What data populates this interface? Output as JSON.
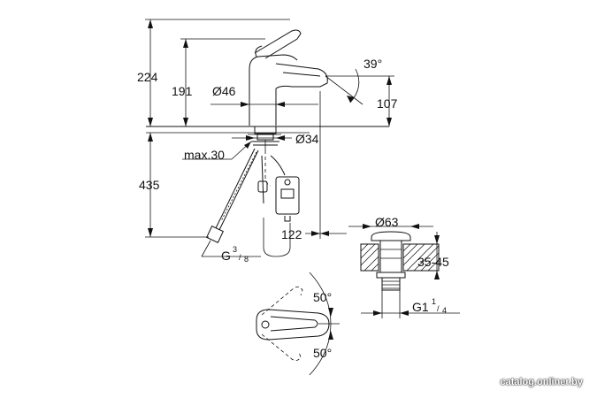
{
  "dimensions": {
    "height_total": "224",
    "height_spout": "191",
    "diameter_base": "Ø46",
    "angle_lever": "39°",
    "height_lever": "107",
    "diameter_hole": "Ø34",
    "max_thickness": "max.30",
    "hose_length": "435",
    "thread_hose": "G",
    "thread_hose_frac_num": "3",
    "thread_hose_frac_den": "8",
    "reach": "122",
    "diameter_waste": "Ø63",
    "waste_range": "35-45",
    "thread_waste": "G1",
    "thread_waste_frac_num": "1",
    "thread_waste_frac_den": "4",
    "angle_left": "50°",
    "angle_right": "50°"
  },
  "watermark": "catalog.onliner.by"
}
